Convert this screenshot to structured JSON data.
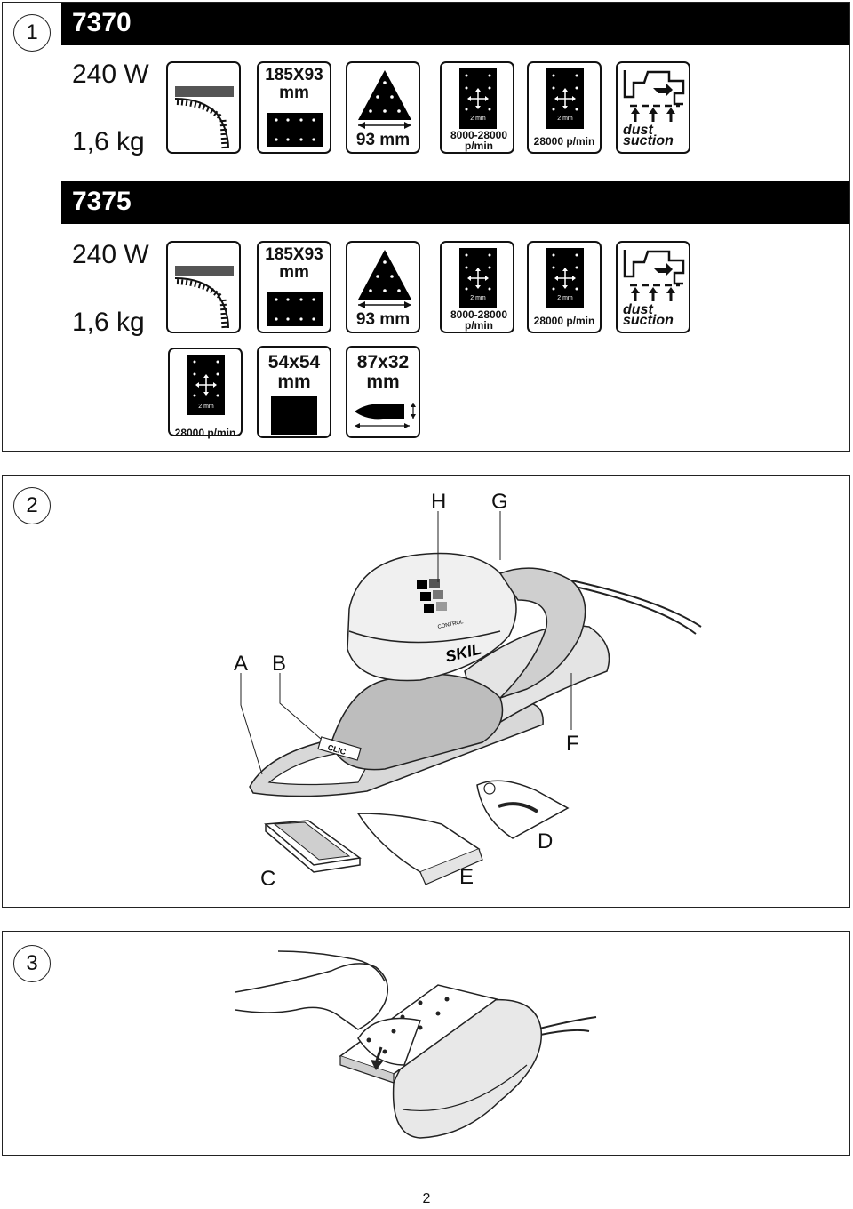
{
  "figure1": {
    "number": "1",
    "model_a": {
      "title": "7370",
      "power": "240 W",
      "weight": "1,6 kg",
      "sheet_size": "185X93 mm",
      "delta_size": "93 mm",
      "orbit": "2 mm",
      "speed_variable": "8000-28000 p/min",
      "speed_fixed": "28000 p/min",
      "dust_line1": "dust",
      "dust_line2": "suction"
    },
    "model_b": {
      "title": "7375",
      "power": "240 W",
      "weight": "1,6 kg",
      "sheet_size": "185X93 mm",
      "delta_size": "93 mm",
      "orbit": "2 mm",
      "speed_variable": "8000-28000 p/min",
      "speed_fixed": "28000 p/min",
      "dust_line1": "dust",
      "dust_line2": "suction",
      "extra_speed": "28000 p/min",
      "extra_orbit": "2 mm",
      "pad_square": "54x54 mm",
      "pad_finger": "87x32 mm"
    }
  },
  "figure2": {
    "number": "2",
    "labels": {
      "A": "A",
      "B": "B",
      "C": "C",
      "D": "D",
      "E": "E",
      "F": "F",
      "G": "G",
      "H": "H"
    },
    "brand": "SKIL",
    "clic": "CLIC",
    "control": "CONTROL"
  },
  "figure3": {
    "number": "3"
  },
  "page_number": "2"
}
